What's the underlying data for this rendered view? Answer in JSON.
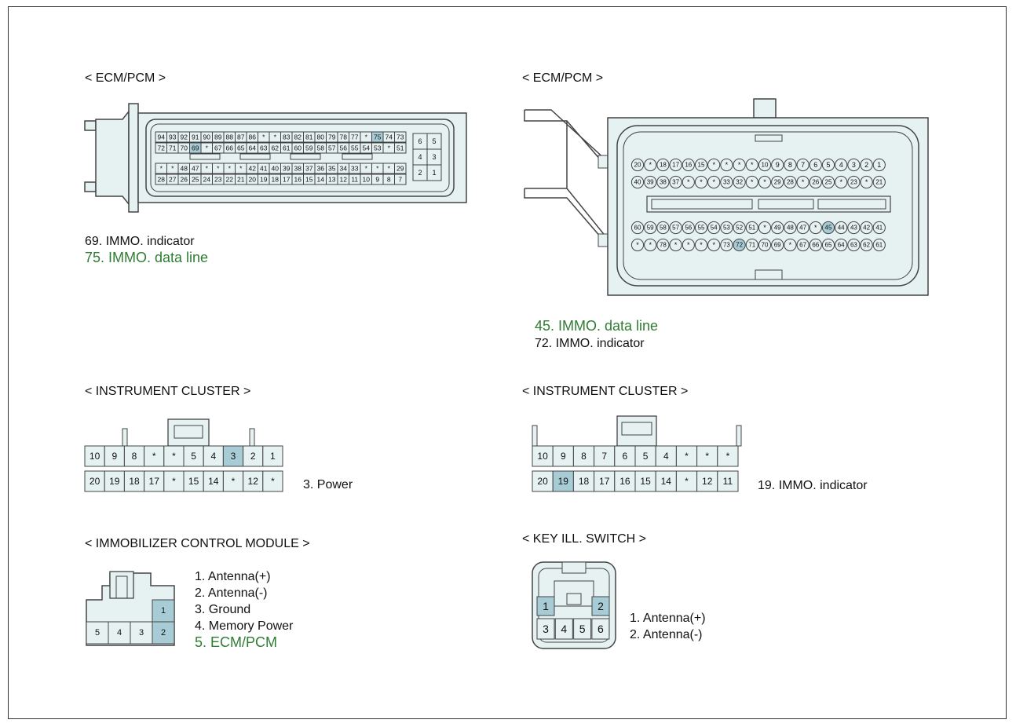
{
  "ecm_left": {
    "title": "< ECM/PCM >",
    "row1": [
      "94",
      "93",
      "92",
      "91",
      "90",
      "89",
      "88",
      "87",
      "86",
      "*",
      "*",
      "83",
      "82",
      "81",
      "80",
      "79",
      "78",
      "77",
      "*",
      "75",
      "74",
      "73"
    ],
    "row2": [
      "72",
      "71",
      "70",
      "69",
      "*",
      "67",
      "66",
      "65",
      "64",
      "63",
      "62",
      "61",
      "60",
      "59",
      "58",
      "57",
      "56",
      "55",
      "54",
      "53",
      "*",
      "51"
    ],
    "row3": [
      "*",
      "*",
      "48",
      "47",
      "*",
      "*",
      "*",
      "*",
      "42",
      "41",
      "40",
      "39",
      "38",
      "37",
      "36",
      "35",
      "34",
      "33",
      "*",
      "*",
      "*",
      "29"
    ],
    "row4": [
      "28",
      "27",
      "26",
      "25",
      "24",
      "23",
      "22",
      "21",
      "20",
      "19",
      "18",
      "17",
      "16",
      "15",
      "14",
      "13",
      "12",
      "11",
      "10",
      "9",
      "8",
      "7"
    ],
    "side_pins": [
      "6",
      "5",
      "4",
      "3",
      "2",
      "1"
    ],
    "note1": "69. IMMO. indicator",
    "note2": "75. IMMO. data line"
  },
  "ecm_right": {
    "title": "< ECM/PCM >",
    "row1": [
      "20",
      "*",
      "18",
      "17",
      "16",
      "15",
      "*",
      "*",
      "*",
      "*",
      "10",
      "9",
      "8",
      "7",
      "6",
      "5",
      "4",
      "3",
      "2",
      "1"
    ],
    "row2": [
      "40",
      "39",
      "38",
      "37",
      "*",
      "*",
      "*",
      "33",
      "32",
      "*",
      "*",
      "29",
      "28",
      "*",
      "26",
      "25",
      "*",
      "23",
      "*",
      "21"
    ],
    "row3": [
      "60",
      "59",
      "58",
      "57",
      "56",
      "55",
      "54",
      "53",
      "52",
      "51",
      "*",
      "49",
      "48",
      "47",
      "*",
      "45",
      "44",
      "43",
      "42",
      "41"
    ],
    "row4": [
      "*",
      "*",
      "78",
      "*",
      "*",
      "*",
      "*",
      "73",
      "72",
      "71",
      "70",
      "69",
      "*",
      "67",
      "66",
      "65",
      "64",
      "63",
      "62",
      "61"
    ],
    "note1": "45. IMMO. data line",
    "note2": "72. IMMO. indicator"
  },
  "cluster_left": {
    "title": "< INSTRUMENT CLUSTER >",
    "top": [
      "10",
      "9",
      "8",
      "*",
      "*",
      "5",
      "4",
      "3",
      "2",
      "1"
    ],
    "bottom": [
      "20",
      "19",
      "18",
      "17",
      "*",
      "15",
      "14",
      "*",
      "12",
      "*"
    ],
    "note": "3. Power"
  },
  "cluster_right": {
    "title": "< INSTRUMENT CLUSTER >",
    "top": [
      "10",
      "9",
      "8",
      "7",
      "6",
      "5",
      "4",
      "*",
      "*",
      "*"
    ],
    "bottom": [
      "20",
      "19",
      "18",
      "17",
      "16",
      "15",
      "14",
      "*",
      "12",
      "11"
    ],
    "note": "19. IMMO. indicator"
  },
  "immo": {
    "title": "< IMMOBILIZER CONTROL MODULE >",
    "pins_bottom": [
      "5",
      "4",
      "3",
      "2"
    ],
    "pin_top": "1",
    "notes": [
      "1. Antenna(+)",
      "2. Antenna(-)",
      "3. Ground",
      "4. Memory Power",
      "5. ECM/PCM"
    ]
  },
  "key": {
    "title": "< KEY ILL. SWITCH >",
    "top": [
      "1",
      "2"
    ],
    "bottom": [
      "3",
      "4",
      "5",
      "6"
    ],
    "notes": [
      "1. Antenna(+)",
      "2. Antenna(-)"
    ]
  },
  "colors": {
    "pin_fill": "#e6f1f1",
    "pin_highlight": "#a8ccd6",
    "green": "#2e7d32"
  }
}
